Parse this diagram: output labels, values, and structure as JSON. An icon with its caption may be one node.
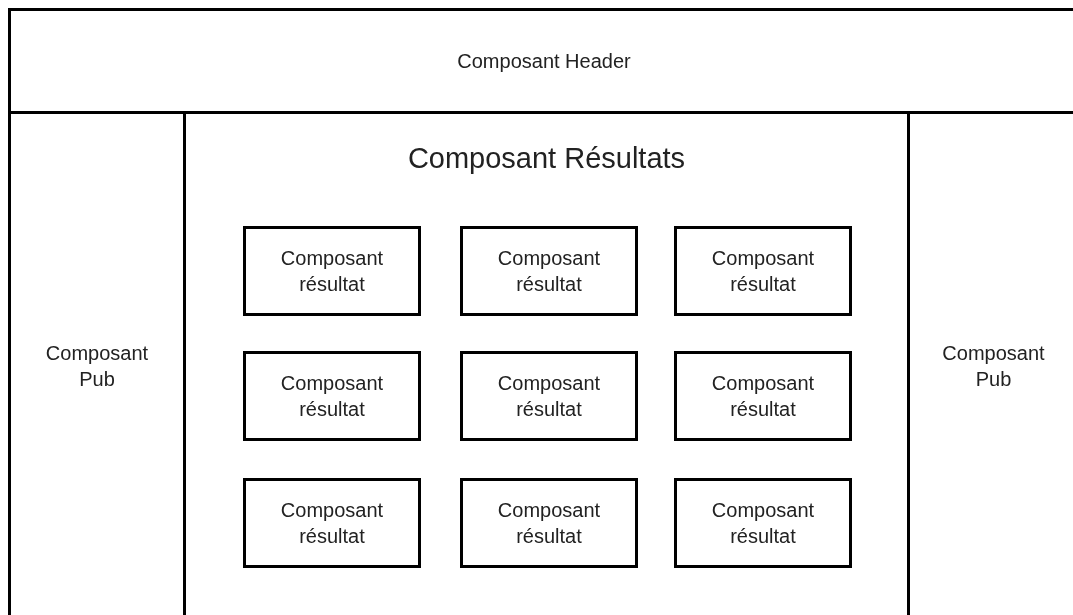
{
  "diagram": {
    "nodes": [
      {
        "text": [
          "Composant Header"
        ]
      },
      {
        "text": [
          "Composant Pub"
        ]
      },
      {
        "text": [
          "Composant Résultats"
        ]
      },
      {
        "text": [
          "Composant résultat"
        ],
        "in": 2
      },
      {
        "text": [
          "Composant résultat"
        ],
        "in": 2
      },
      {
        "text": [
          "Composant résultat"
        ],
        "in": 2
      },
      {
        "text": [
          "Composant résultat"
        ],
        "in": 2
      },
      {
        "text": [
          "Composant résultat"
        ],
        "in": 2
      },
      {
        "text": [
          "Composant résultat"
        ],
        "in": 2
      },
      {
        "text": [
          "Composant résultat"
        ],
        "in": 2
      },
      {
        "text": [
          "Composant résultat"
        ],
        "in": 2
      },
      {
        "text": [
          "Composant résultat"
        ],
        "in": 2
      },
      {
        "text": [
          "Composant Pub"
        ]
      }
    ]
  }
}
